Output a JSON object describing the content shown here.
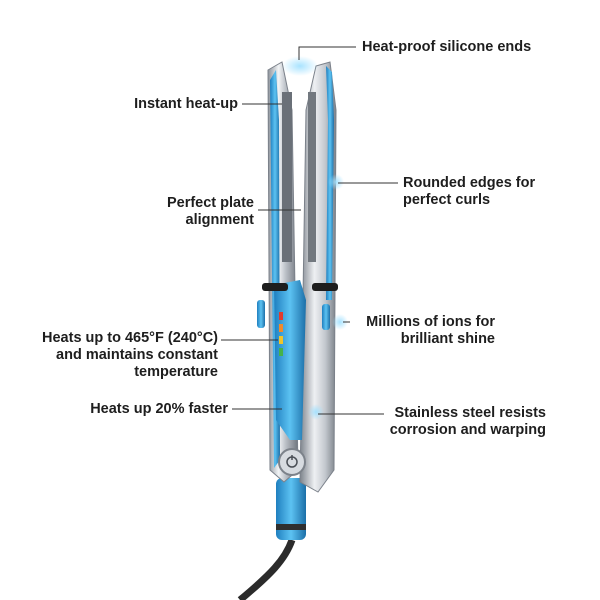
{
  "callouts": {
    "silicone_ends": "Heat-proof silicone ends",
    "instant_heat": "Instant heat-up",
    "rounded_edges_1": "Rounded edges for",
    "rounded_edges_2": "perfect curls",
    "plate_alignment_1": "Perfect plate",
    "plate_alignment_2": "alignment",
    "ions_1": "Millions of ions for",
    "ions_2": "brilliant shine",
    "heats_465_1": "Heats up to 465°F (240°C)",
    "heats_465_2": "and maintains constant",
    "heats_465_3": "temperature",
    "faster": "Heats up 20% faster",
    "steel_1": "Stainless steel resists",
    "steel_2": "corrosion and warping"
  },
  "colors": {
    "accent_blue": "#3aa7e0",
    "steel": "#c8ccd2",
    "text": "#1e1e1e"
  }
}
